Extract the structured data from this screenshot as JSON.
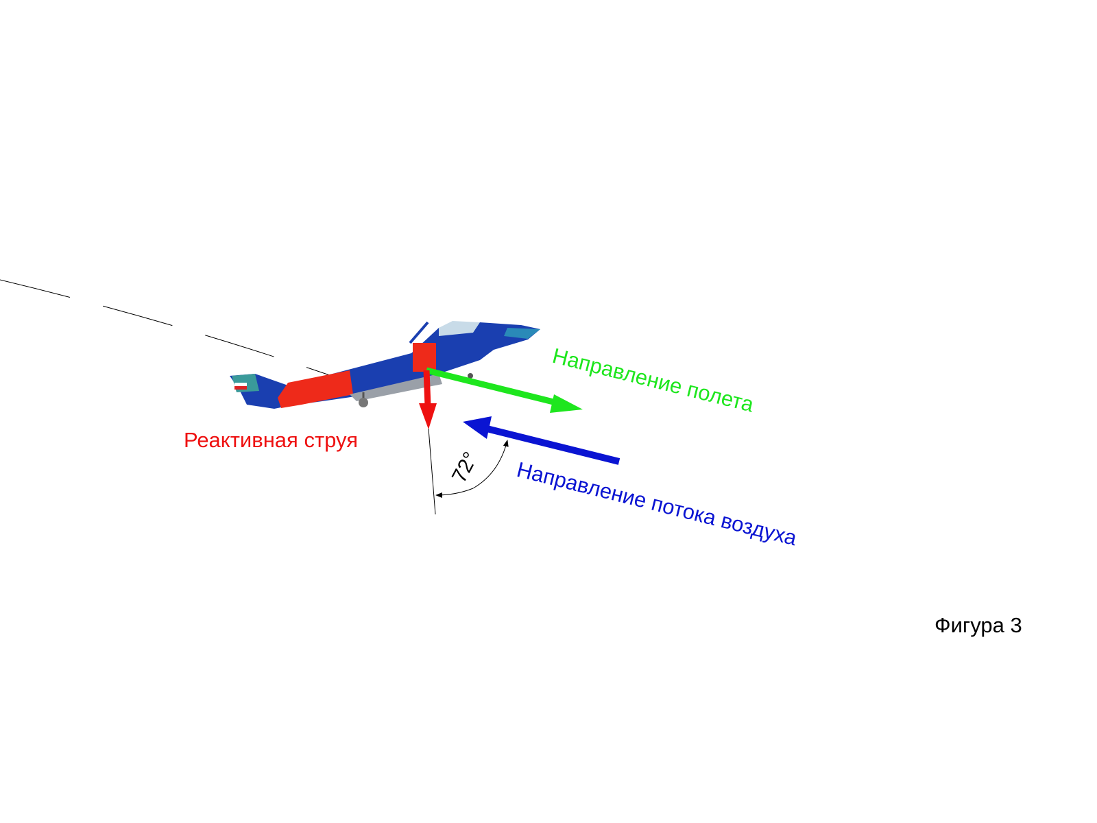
{
  "labels": {
    "flight_direction": "Направление полета",
    "airflow_direction": "Направление потока воздуха",
    "jet_stream": "Реактивная струя",
    "angle": "72°",
    "figure": "Фигура 3"
  },
  "colors": {
    "flight": "#1ee61e",
    "airflow": "#0a14d2",
    "jet": "#ee1111",
    "aircraft": "#1a3fb0"
  }
}
